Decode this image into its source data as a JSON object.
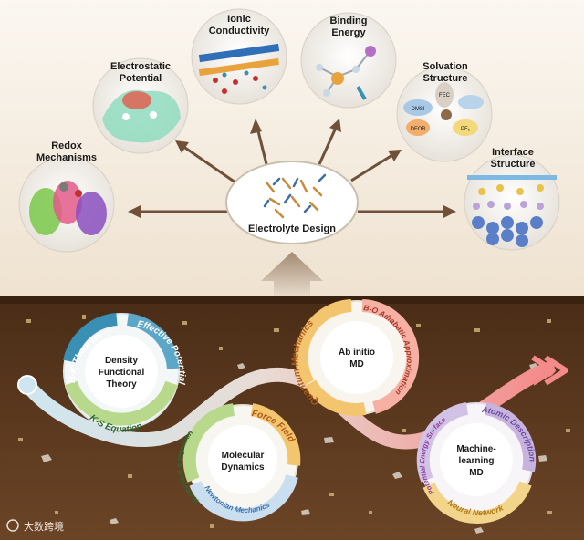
{
  "top": {
    "center": "Electrolyte Design",
    "properties": [
      {
        "l1": "Redox",
        "l2": "Mechanisms"
      },
      {
        "l1": "Electrostatic",
        "l2": "Potential"
      },
      {
        "l1": "Ionic",
        "l2": "Conductivity"
      },
      {
        "l1": "Binding",
        "l2": "Energy"
      },
      {
        "l1": "Solvation",
        "l2": "Structure"
      },
      {
        "l1": "Interface",
        "l2": "Structure"
      }
    ],
    "solvation_tags": {
      "dmsi": "DMSI",
      "fec": "FEC",
      "dfob": "DFOB",
      "pf6": "PF₆"
    }
  },
  "methods": {
    "dft": {
      "l1": "Density",
      "l2": "Functional",
      "l3": "Theory",
      "a1": "H-K Theorem",
      "a2": "Effective Potential",
      "a3": "K-S Equation"
    },
    "md": {
      "l1": "Molecular",
      "l2": "Dynamics",
      "a1": "Numerical Integration",
      "a2": "Force Field",
      "a3": "Newtonian Mechanics"
    },
    "aimd": {
      "l1": "Ab initio",
      "l2": "MD",
      "a1": "Quantum Mechanics",
      "a2": "B-O Adiabatic Approximation"
    },
    "mlmd": {
      "l1": "Machine-",
      "l2": "learning",
      "l3": "MD",
      "a1": "Potential Energy Surface",
      "a2": "Atomic Description",
      "a3": "Neural Network"
    }
  },
  "watermark": "大数跨境",
  "colors": {
    "soil": "#5c3a20",
    "sky": "#f6efe4",
    "arrow": "#6e5138",
    "path": "#f08a8a",
    "dft": "#3a8fb5",
    "md": "#e8a33c",
    "aimd": "#e8a33c",
    "mlmd": "#8a5fb0"
  }
}
